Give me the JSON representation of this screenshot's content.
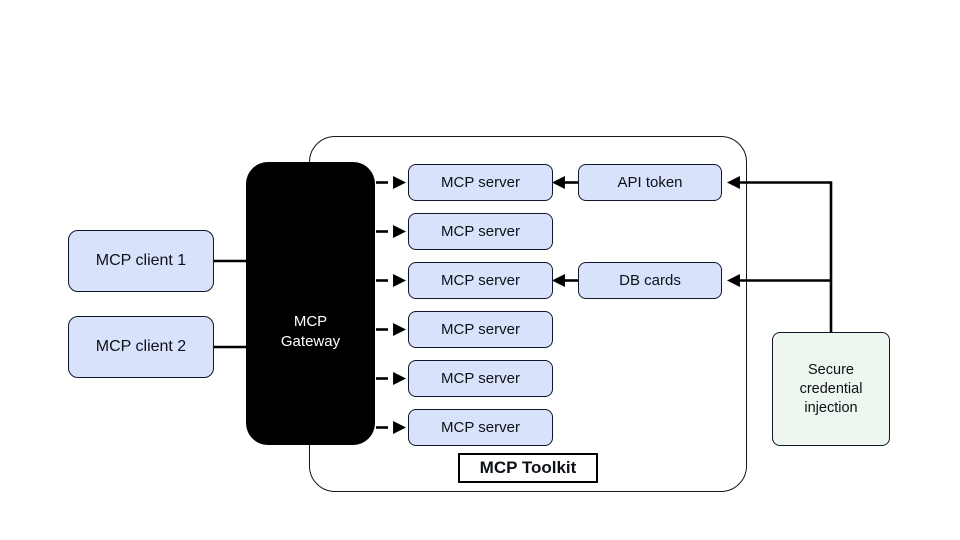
{
  "diagram": {
    "clients": [
      {
        "label": "MCP client 1"
      },
      {
        "label": "MCP client 2"
      }
    ],
    "gateway": {
      "label": "MCP Gateway"
    },
    "servers": [
      {
        "label": "MCP server"
      },
      {
        "label": "MCP server"
      },
      {
        "label": "MCP server"
      },
      {
        "label": "MCP server"
      },
      {
        "label": "MCP server"
      },
      {
        "label": "MCP server"
      }
    ],
    "credential_sources": [
      {
        "label": "API token"
      },
      {
        "label": "DB cards"
      }
    ],
    "secure_injection": {
      "label": "Secure credential injection"
    },
    "toolkit": {
      "label": "MCP Toolkit"
    },
    "colors": {
      "node_fill": "#d9e2fb",
      "node_border": "#0f172a",
      "gateway_fill": "#000000",
      "gateway_text": "#ffffff",
      "secure_fill": "#edf6ef",
      "edge_color": "#000000",
      "background": "#ffffff"
    },
    "edges": [
      {
        "from": "MCP client 1",
        "to": "MCP Gateway",
        "style": "solid"
      },
      {
        "from": "MCP client 2",
        "to": "MCP Gateway",
        "style": "solid"
      },
      {
        "from": "MCP Gateway",
        "to": "MCP server 1",
        "style": "dashed-arrow"
      },
      {
        "from": "MCP Gateway",
        "to": "MCP server 2",
        "style": "dashed-arrow"
      },
      {
        "from": "MCP Gateway",
        "to": "MCP server 3",
        "style": "dashed-arrow"
      },
      {
        "from": "MCP Gateway",
        "to": "MCP server 4",
        "style": "dashed-arrow"
      },
      {
        "from": "MCP Gateway",
        "to": "MCP server 5",
        "style": "dashed-arrow"
      },
      {
        "from": "MCP Gateway",
        "to": "MCP server 6",
        "style": "dashed-arrow"
      },
      {
        "from": "API token",
        "to": "MCP server 1",
        "style": "solid-arrow"
      },
      {
        "from": "DB cards",
        "to": "MCP server 3",
        "style": "solid-arrow"
      },
      {
        "from": "Secure credential injection",
        "to": "API token",
        "style": "solid-arrow"
      },
      {
        "from": "Secure credential injection",
        "to": "DB cards",
        "style": "solid-arrow"
      }
    ]
  }
}
